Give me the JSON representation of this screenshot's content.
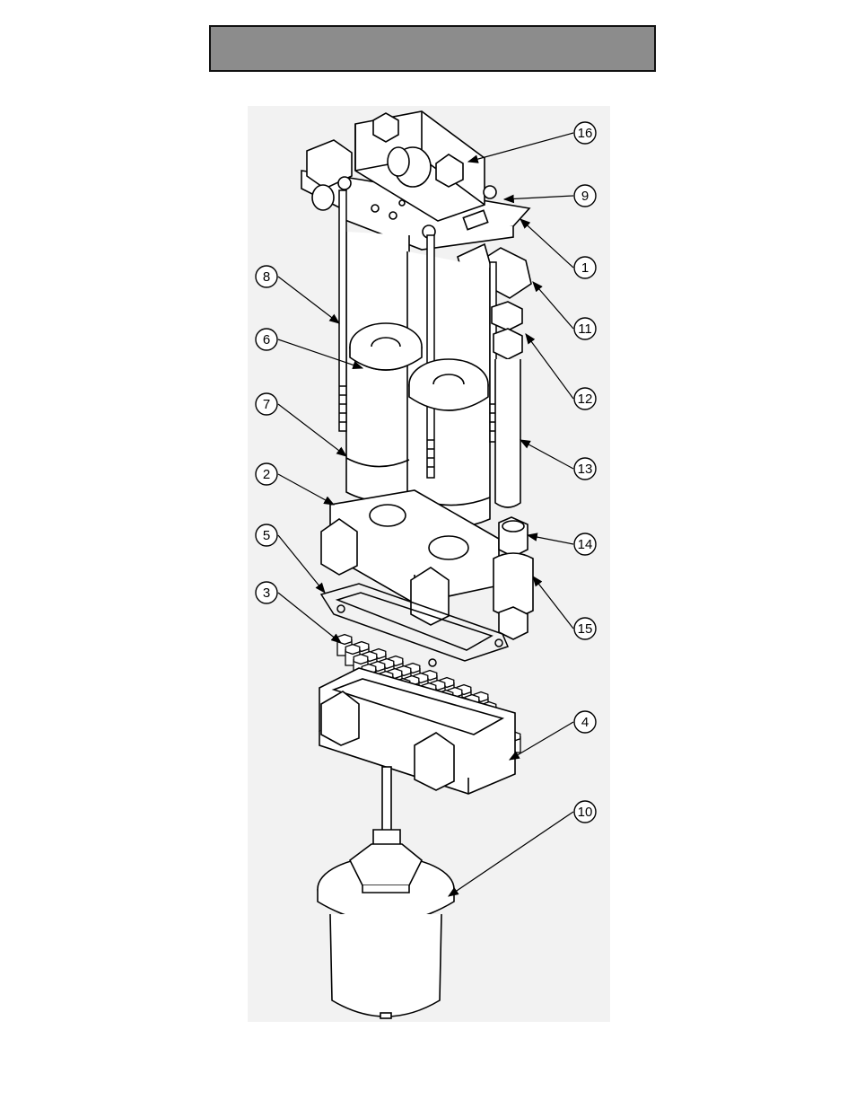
{
  "header": {
    "title": ""
  },
  "callouts": [
    {
      "label": "16"
    },
    {
      "label": "9"
    },
    {
      "label": "1"
    },
    {
      "label": "11"
    },
    {
      "label": "8"
    },
    {
      "label": "6"
    },
    {
      "label": "12"
    },
    {
      "label": "7"
    },
    {
      "label": "13"
    },
    {
      "label": "2"
    },
    {
      "label": "14"
    },
    {
      "label": "5"
    },
    {
      "label": "3"
    },
    {
      "label": "15"
    },
    {
      "label": "4"
    },
    {
      "label": "10"
    }
  ],
  "colors": {
    "title_bar": "#8c8c8c",
    "figure_bg": "#f2f2f2",
    "line": "#000000"
  }
}
